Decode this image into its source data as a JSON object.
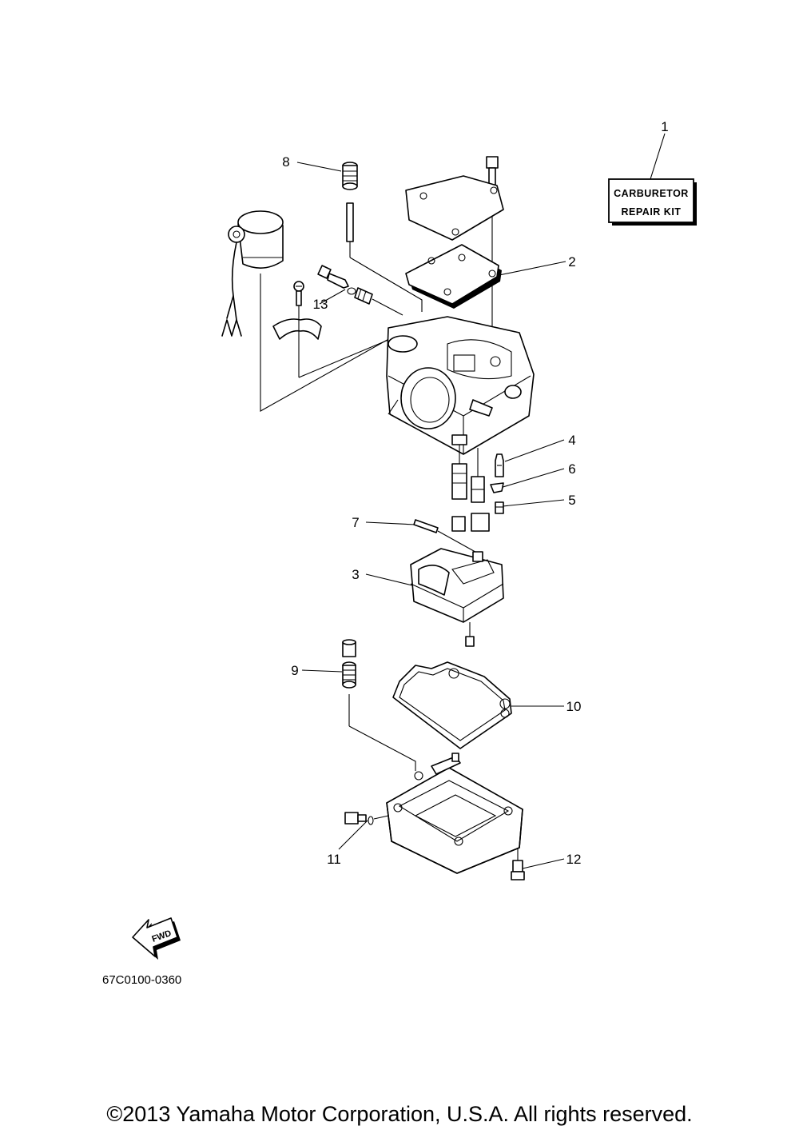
{
  "kit_label": {
    "line1": "CARBURETOR",
    "line2": "REPAIR KIT"
  },
  "callouts": [
    {
      "id": "1",
      "label": "1"
    },
    {
      "id": "2",
      "label": "2"
    },
    {
      "id": "3",
      "label": "3"
    },
    {
      "id": "4",
      "label": "4"
    },
    {
      "id": "5",
      "label": "5"
    },
    {
      "id": "6",
      "label": "6"
    },
    {
      "id": "7",
      "label": "7"
    },
    {
      "id": "8",
      "label": "8"
    },
    {
      "id": "9",
      "label": "9"
    },
    {
      "id": "10",
      "label": "10"
    },
    {
      "id": "11",
      "label": "11"
    },
    {
      "id": "12",
      "label": "12"
    },
    {
      "id": "13",
      "label": "13"
    }
  ],
  "fwd_label": "FWD",
  "diagram_code": "67C0100-0360",
  "copyright": "©2013 Yamaha Motor Corporation, U.S.A. All rights reserved."
}
